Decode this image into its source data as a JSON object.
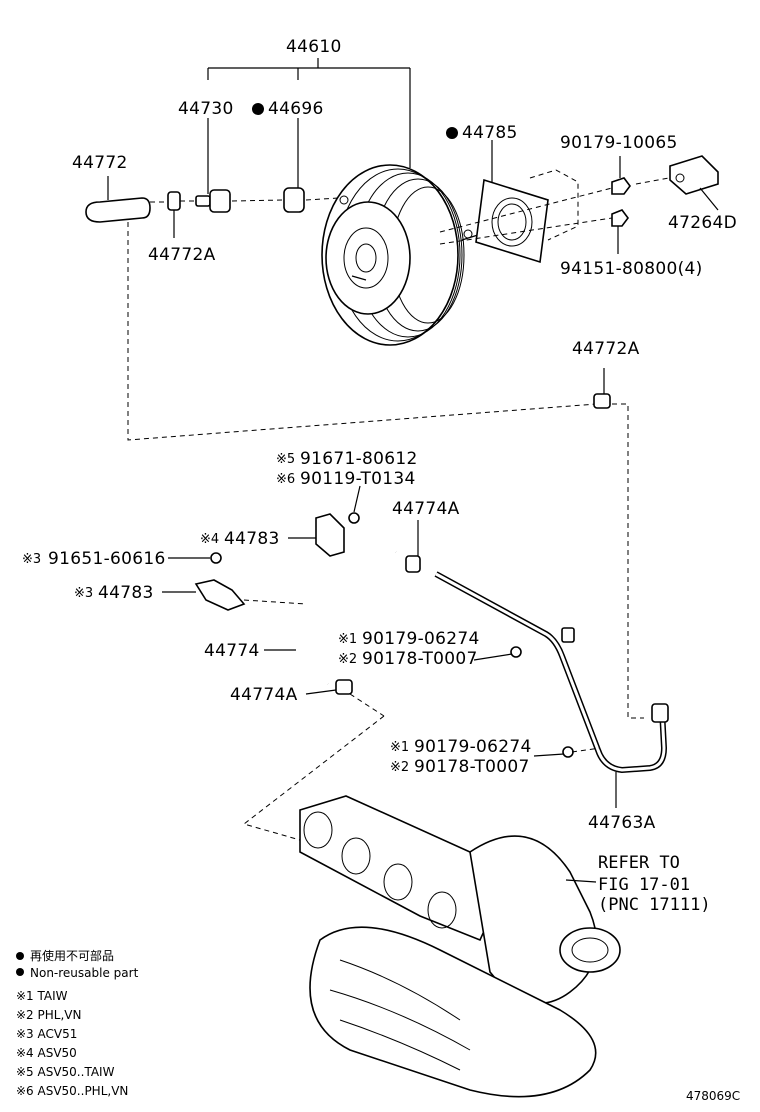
{
  "labels": {
    "booster_assy": "44610",
    "check_valve": "44730",
    "grommet": "44696",
    "gasket": "44785",
    "bolt_top": "90179-10065",
    "bracket": "47264D",
    "nut_4": "94151-80800(4)",
    "hose_top": "44772",
    "clamp_top": "44772A",
    "clamp_right": "44772A",
    "clip_a_code": "※5",
    "clip_a": "91671-80612",
    "clip_b_code": "※6",
    "clip_b": "90119-T0134",
    "clamp_mid": "44774A",
    "bracket_a_code": "※4",
    "bracket_a": "44783",
    "screw_code": "※3",
    "screw": "91651-60616",
    "bracket_b_code": "※3",
    "bracket_b": "44783",
    "hose_lower": "44774",
    "nut1_code": "※1",
    "nut1": "90179-06274",
    "nut2_code": "※2",
    "nut2": "90178-T0007",
    "clamp_lower": "44774A",
    "nut3_code": "※1",
    "nut3": "90179-06274",
    "nut4_code": "※2",
    "nut4": "90178-T0007",
    "tube": "44763A",
    "refer_1": "REFER TO",
    "refer_2": "FIG 17-01",
    "refer_3": "(PNC 17111)"
  },
  "legend": {
    "jp": "再使用不可部品",
    "en": "Non-reusable part",
    "notes": [
      "※1 TAIW",
      "※2 PHL,VN",
      "※3 ACV51",
      "※4 ASV50",
      "※5 ASV50..TAIW",
      "※6 ASV50..PHL,VN"
    ]
  },
  "footer": {
    "figure_id": "478069C"
  }
}
